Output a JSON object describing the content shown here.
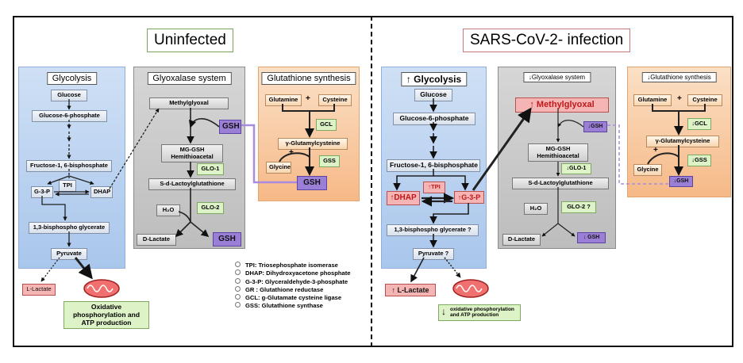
{
  "titles": {
    "left": "Uninfected",
    "right": "SARS-CoV-2- infection"
  },
  "left": {
    "glycolysis": {
      "header": "Glycolysis",
      "glucose": "Glucose",
      "g6p": "Glucose-6-phosphate",
      "f16bp": "Fructose-1, 6-bisphosphate",
      "g3p": "G-3-P",
      "tpi": "TPI",
      "dhap": "DHAP",
      "bpg": "1,3-bisphospho glycerate",
      "pyruvate": "Pyruvate",
      "lactate": "L-Lactate",
      "oxphos": "Oxidative phosphorylation and ATP production"
    },
    "glyoxalase": {
      "header": "Glyoxalase system",
      "methylglyoxal": "Methylglyoxal",
      "gsh_top": "GSH",
      "mggsh": "MG-GSH Hemithioacetal",
      "glo1": "GLO-1",
      "sdlg": "S-d-Lactoylglutathione",
      "h2o": "H₂O",
      "glo2": "GLO-2",
      "dlactate": "D-Lactate",
      "gsh_bottom": "GSH"
    },
    "glutathione": {
      "header": "Glutathione synthesis",
      "glutamine": "Glutamine",
      "plus1": "+",
      "cysteine": "Cysteine",
      "gcl": "GCL",
      "ggc": "γ-Glutamylcysteine",
      "plus2": "+",
      "glycine": "Glycine",
      "gss": "GSS",
      "gsh": "GSH"
    }
  },
  "legend": [
    "TPI: Triosephosphate isomerase",
    "DHAP: Dihydroxyacetone phosphate",
    "G-3-P: Glyceraldehyde-3-phosphate",
    "GR : Glutathione reductase",
    "GCL: g-Glutamate cysteine ligase",
    "GSS: Glutathione synthase"
  ],
  "right": {
    "glycolysis": {
      "header": "Glycolysis",
      "header_arrow": "↑",
      "glucose": "Glucose",
      "g6p": "Glucose-6-phosphate",
      "f16bp": "Fructose-1, 6-bisphosphate",
      "dhap": "DHAP",
      "dhap_arrow": "↑",
      "tpi": "TPI",
      "tpi_arrow": "↑",
      "g3p": "G-3-P",
      "g3p_arrow": "↑",
      "bpg": "1,3-bisphospho glycerate ?",
      "pyruvate": "Pyruvate ?",
      "lactate": "L-Lactate",
      "lactate_arrow": "↑",
      "oxphos": "oxidative phosphorylation and ATP production",
      "oxphos_arrow": "↓"
    },
    "glyoxalase": {
      "header": "Glyoxalase system",
      "header_arrow": "↓",
      "methylglyoxal": "Methylglyoxal",
      "mg_arrow": "↑",
      "gsh_top": "GSH",
      "gsh_top_arrow": "↓",
      "mggsh": "MG-GSH Hemithioacetal",
      "glo1": "GLO-1",
      "glo1_arrow": "↓",
      "sdlg": "S-d-Lactoylglutathione",
      "h2o": "H₂O",
      "glo2": "GLO-2 ?",
      "dlactate": "D-Lactate",
      "gsh_bottom": "GSH",
      "gsh_bottom_arrow": "↓"
    },
    "glutathione": {
      "header": "Glutathione synthesis",
      "header_arrow": "↓",
      "glutamine": "Glutamine",
      "plus1": "+",
      "cysteine": "Cysteine",
      "gcl": "GCL",
      "gcl_arrow": "↓",
      "ggc": "γ-Glutamylcysteine",
      "plus2": "+",
      "glycine": "Glycine",
      "gss": "GSS",
      "gss_arrow": "↓",
      "gsh": "GSH",
      "gsh_arrow": "↓"
    }
  },
  "colors": {
    "glycolysis_panel": "#b9d1f0",
    "glyoxalase_panel": "#c8c8c8",
    "glutathione_panel": "#f8c89a",
    "gsh_box": "#9b7fd6",
    "highlight_red": "#f6b5b5",
    "enzyme_green": "#ddf2c6",
    "purple_link": "#a98be0"
  },
  "icons": [
    "mitochondrion-icon",
    "up-arrow-icon",
    "down-arrow-icon"
  ]
}
